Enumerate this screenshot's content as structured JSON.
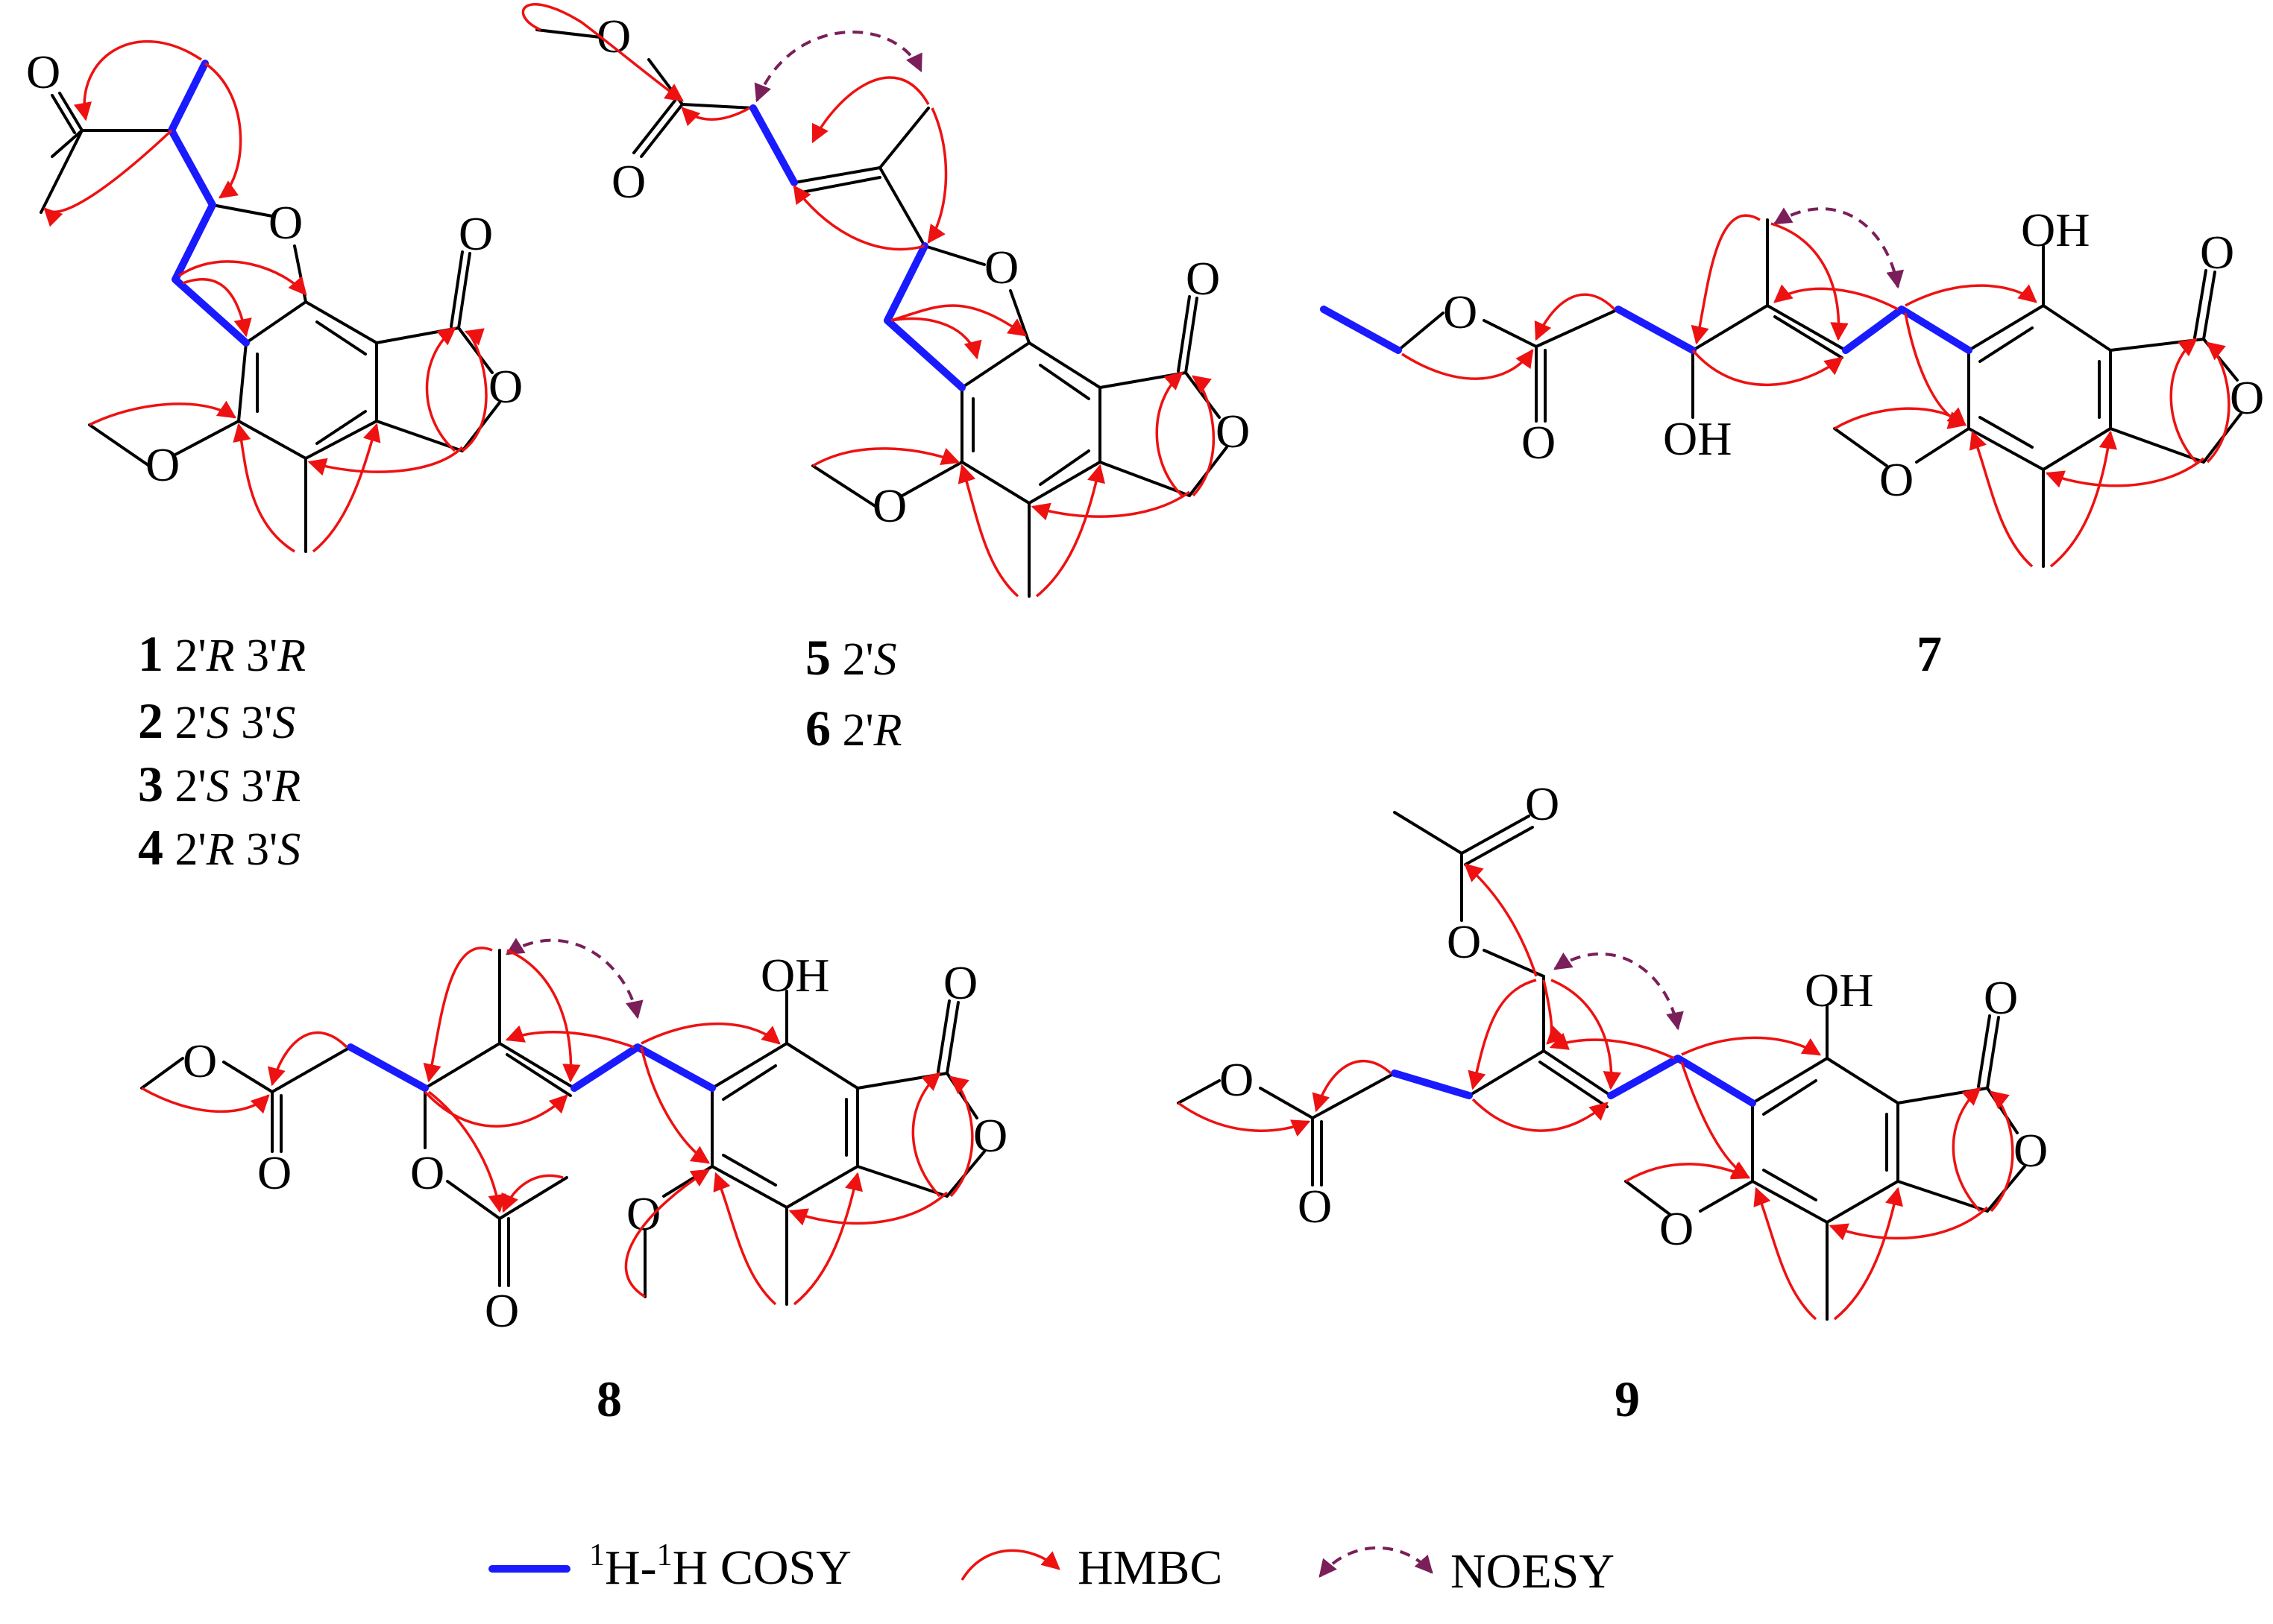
{
  "colors": {
    "cosy": "#1a1aff",
    "hmbc": "#ee1111",
    "noesy": "#7a1f5a",
    "bond": "#000000"
  },
  "atoms": {
    "O": "O",
    "OH": "OH"
  },
  "compounds": {
    "c1": {
      "label": "1",
      "config": [
        [
          "2'",
          "R"
        ],
        [
          "3'",
          "R"
        ]
      ]
    },
    "c2": {
      "label": "2",
      "config": [
        [
          "2'",
          "S"
        ],
        [
          "3'",
          "S"
        ]
      ]
    },
    "c3": {
      "label": "3",
      "config": [
        [
          "2'",
          "S"
        ],
        [
          "3'",
          "R"
        ]
      ]
    },
    "c4": {
      "label": "4",
      "config": [
        [
          "2'",
          "R"
        ],
        [
          "3'",
          "S"
        ]
      ]
    },
    "c5": {
      "label": "5",
      "config": [
        [
          "2'",
          "S"
        ]
      ]
    },
    "c6": {
      "label": "6",
      "config": [
        [
          "2'",
          "R"
        ]
      ]
    },
    "c7": {
      "label": "7"
    },
    "c8": {
      "label": "8"
    },
    "c9": {
      "label": "9"
    }
  },
  "legend": {
    "cosy_sup": "1",
    "cosy_text_a": "H-",
    "cosy_text_b": "H COSY",
    "hmbc": "HMBC",
    "noesy": "NOESY"
  }
}
